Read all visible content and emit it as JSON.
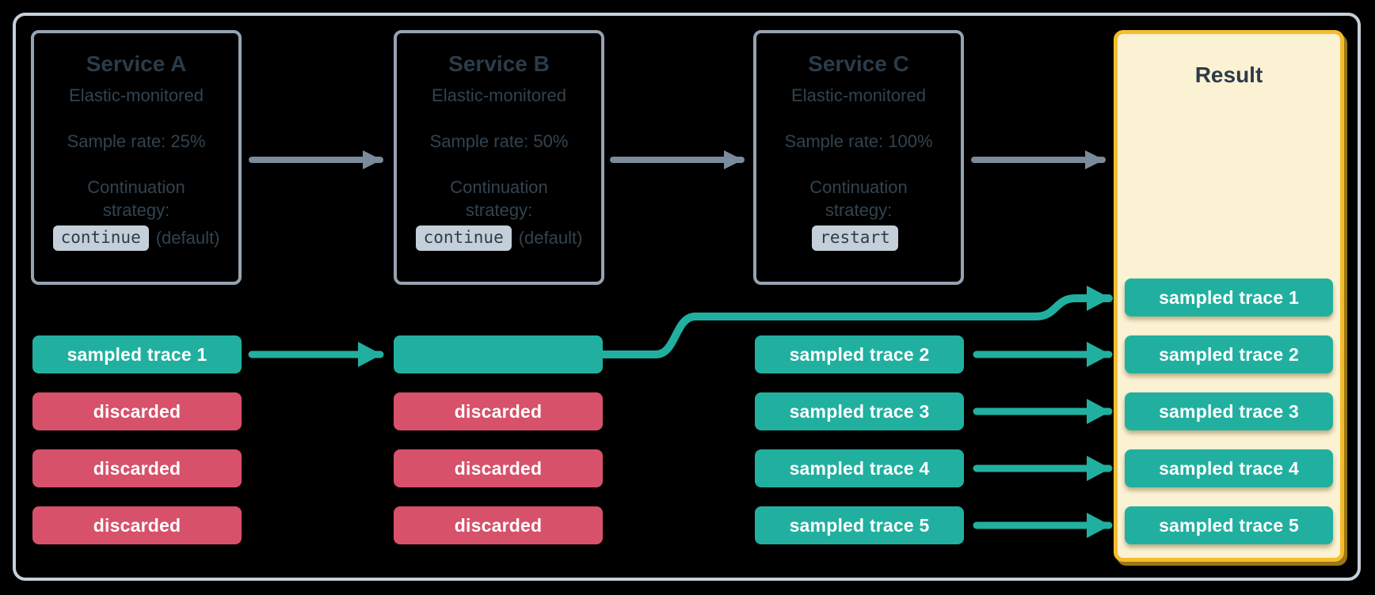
{
  "colors": {
    "teal": "#21B0A0",
    "red": "#D7516A",
    "service_border": "#95A3B1",
    "frame_border": "#C6D0DA",
    "arrow_gray": "#7A8B9B",
    "text_dark": "#33434F",
    "code_chip_bg": "#C4CFDA",
    "result_bg": "#FBF2D4",
    "result_border": "#F3BD2C",
    "chip_text": "#FFFFFF"
  },
  "services": [
    {
      "title": "Service A",
      "subtitle": "Elastic-monitored",
      "sample_rate": "Sample rate: 25%",
      "continuation_label": "Continuation strategy:",
      "strategy_value": "continue",
      "strategy_note": "(default)"
    },
    {
      "title": "Service B",
      "subtitle": "Elastic-monitored",
      "sample_rate": "Sample rate: 50%",
      "continuation_label": "Continuation strategy:",
      "strategy_value": "continue",
      "strategy_note": "(default)"
    },
    {
      "title": "Service C",
      "subtitle": "Elastic-monitored",
      "sample_rate": "Sample rate: 100%",
      "continuation_label": "Continuation strategy:",
      "strategy_value": "restart",
      "strategy_note": ""
    }
  ],
  "result": {
    "title": "Result",
    "traces": [
      "sampled trace 1",
      "sampled trace 2",
      "sampled trace 3",
      "sampled trace 4",
      "sampled trace 5"
    ]
  },
  "lanes": {
    "service_a": [
      {
        "label": "sampled trace 1",
        "type": "sampled"
      },
      {
        "label": "discarded",
        "type": "discarded"
      },
      {
        "label": "discarded",
        "type": "discarded"
      },
      {
        "label": "discarded",
        "type": "discarded"
      }
    ],
    "service_b": [
      {
        "label": "",
        "type": "sampled"
      },
      {
        "label": "discarded",
        "type": "discarded"
      },
      {
        "label": "discarded",
        "type": "discarded"
      },
      {
        "label": "discarded",
        "type": "discarded"
      }
    ],
    "service_c": [
      {
        "label": "sampled trace 2",
        "type": "sampled"
      },
      {
        "label": "sampled trace 3",
        "type": "sampled"
      },
      {
        "label": "sampled trace 4",
        "type": "sampled"
      },
      {
        "label": "sampled trace 5",
        "type": "sampled"
      }
    ]
  }
}
